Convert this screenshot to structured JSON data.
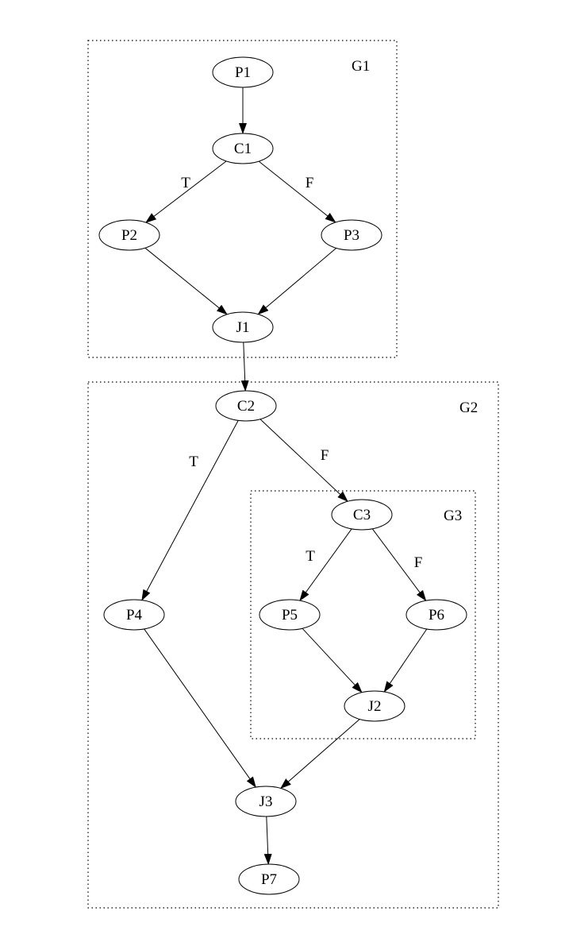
{
  "groups": [
    {
      "id": "G1",
      "label": "G1"
    },
    {
      "id": "G2",
      "label": "G2"
    },
    {
      "id": "G3",
      "label": "G3"
    }
  ],
  "nodes": [
    {
      "id": "P1",
      "label": "P1"
    },
    {
      "id": "C1",
      "label": "C1"
    },
    {
      "id": "P2",
      "label": "P2"
    },
    {
      "id": "P3",
      "label": "P3"
    },
    {
      "id": "J1",
      "label": "J1"
    },
    {
      "id": "C2",
      "label": "C2"
    },
    {
      "id": "C3",
      "label": "C3"
    },
    {
      "id": "P4",
      "label": "P4"
    },
    {
      "id": "P5",
      "label": "P5"
    },
    {
      "id": "P6",
      "label": "P6"
    },
    {
      "id": "J2",
      "label": "J2"
    },
    {
      "id": "J3",
      "label": "J3"
    },
    {
      "id": "P7",
      "label": "P7"
    }
  ],
  "edges": [
    {
      "from": "P1",
      "to": "C1",
      "label": ""
    },
    {
      "from": "C1",
      "to": "P2",
      "label": "T"
    },
    {
      "from": "C1",
      "to": "P3",
      "label": "F"
    },
    {
      "from": "P2",
      "to": "J1",
      "label": ""
    },
    {
      "from": "P3",
      "to": "J1",
      "label": ""
    },
    {
      "from": "J1",
      "to": "C2",
      "label": ""
    },
    {
      "from": "C2",
      "to": "P4",
      "label": "T"
    },
    {
      "from": "C2",
      "to": "C3",
      "label": "F"
    },
    {
      "from": "C3",
      "to": "P5",
      "label": "T"
    },
    {
      "from": "C3",
      "to": "P6",
      "label": "F"
    },
    {
      "from": "P5",
      "to": "J2",
      "label": ""
    },
    {
      "from": "P6",
      "to": "J2",
      "label": ""
    },
    {
      "from": "P4",
      "to": "J3",
      "label": ""
    },
    {
      "from": "J2",
      "to": "J3",
      "label": ""
    },
    {
      "from": "J3",
      "to": "P7",
      "label": ""
    }
  ]
}
